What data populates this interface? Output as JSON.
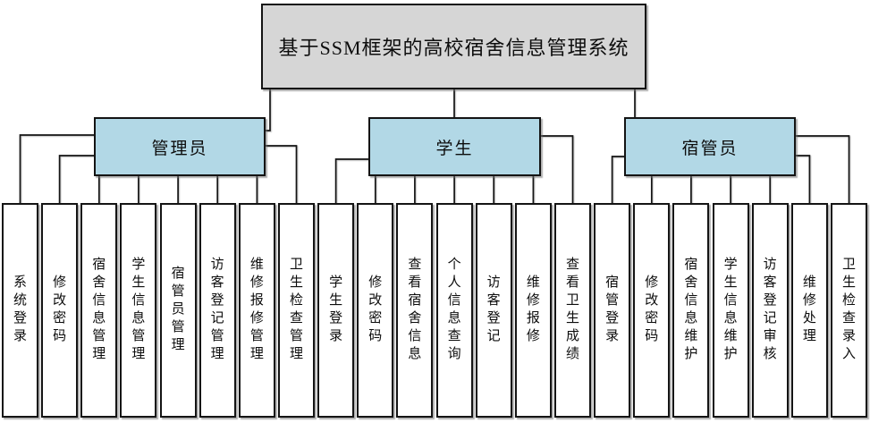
{
  "diagram": {
    "root": {
      "label": "基于SSM框架的高校宿舍信息管理系统"
    },
    "branches": [
      {
        "label": "管理员",
        "children": [
          "系统登录",
          "修改密码",
          "宿舍信息管理",
          "学生信息管理",
          "宿管员管理",
          "访客登记管理",
          "维修报修管理",
          "卫生检查管理"
        ]
      },
      {
        "label": "学生",
        "children": [
          "学生登录",
          "修改密码",
          "查看宿舍信息",
          "个人信息查询",
          "访客登记",
          "维修报修",
          "查看卫生成绩"
        ]
      },
      {
        "label": "宿管员",
        "children": [
          "宿管登录",
          "修改密码",
          "宿舍信息维护",
          "学生信息维护",
          "访客登记审核",
          "维修处理",
          "卫生检查录入"
        ]
      }
    ],
    "colors": {
      "root_fill": "#d6d6d6",
      "branch_fill": "#b2d8e6",
      "leaf_fill": "#ffffff",
      "border": "#141414",
      "line": "#141414"
    }
  }
}
